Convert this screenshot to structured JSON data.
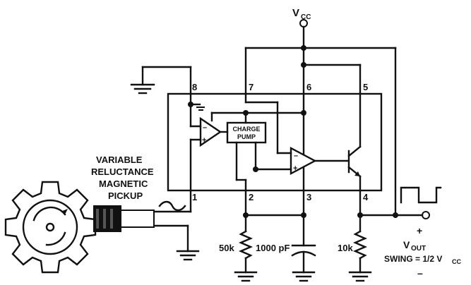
{
  "labels": {
    "vcc_main": "V",
    "vcc_sub": "CC",
    "pin8": "8",
    "pin7": "7",
    "pin6": "6",
    "pin5": "5",
    "pin1": "1",
    "pin2": "2",
    "pin3": "3",
    "pin4": "4",
    "charge_pump_line1": "CHARGE",
    "charge_pump_line2": "PUMP",
    "pickup_line1": "VARIABLE",
    "pickup_line2": "RELUCTANCE",
    "pickup_line3": "MAGNETIC",
    "pickup_line4": "PICKUP",
    "r1": "50k",
    "c1": "1000 pF",
    "r2": "10k",
    "vout_plus": "+",
    "vout_main": "V",
    "vout_sub": "OUT",
    "swing": "SWING = 1/2 V",
    "swing_sub": "CC",
    "vout_minus": "–",
    "opamp_minus": "–",
    "opamp_plus": "+",
    "comp_minus": "–",
    "comp_plus": "+"
  }
}
